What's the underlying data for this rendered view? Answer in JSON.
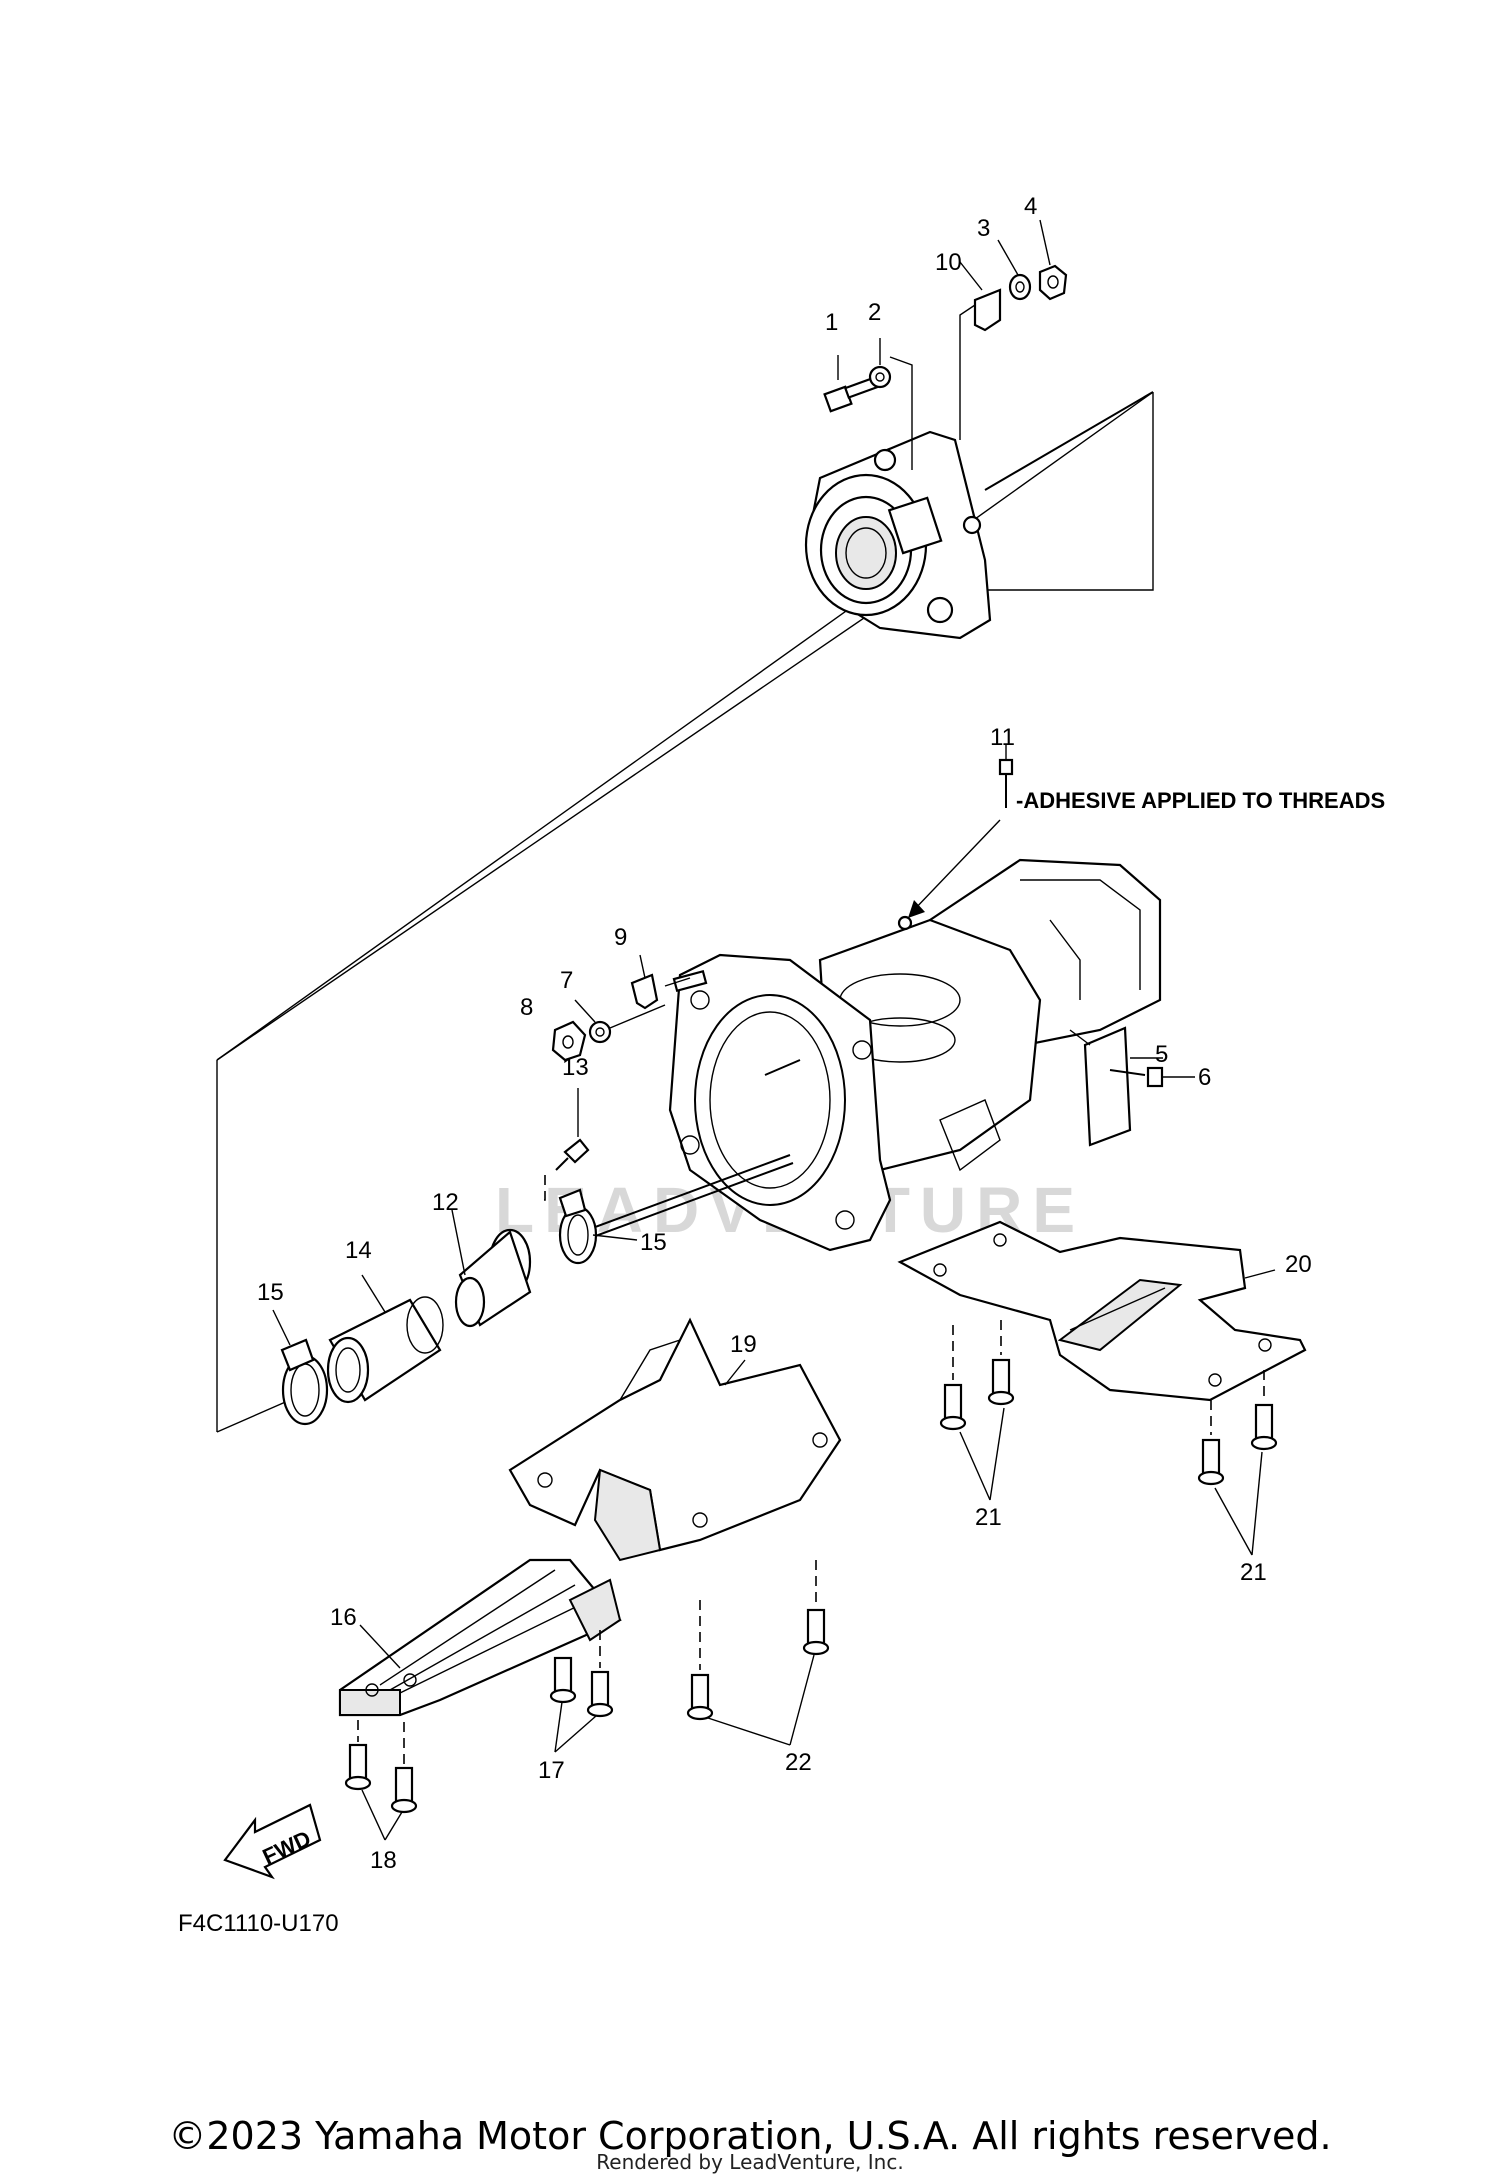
{
  "labels": {
    "p1": "1",
    "p2": "2",
    "p3": "3",
    "p4": "4",
    "p5": "5",
    "p6": "6",
    "p7": "7",
    "p8": "8",
    "p9": "9",
    "p10": "10",
    "p11": "11",
    "p12": "12",
    "p13": "13",
    "p14": "14",
    "p15a": "15",
    "p15b": "15",
    "p16": "16",
    "p17": "17",
    "p18": "18",
    "p19": "19",
    "p20": "20",
    "p21a": "21",
    "p21b": "21",
    "p22": "22"
  },
  "note": "-ADHESIVE APPLIED TO THREADS",
  "fwd": "FWD",
  "watermark": "LEADVENTURE",
  "diagram_code": "F4C1110-U170",
  "copyright": "©2023 Yamaha Motor Corporation, U.S.A. All rights reserved.",
  "rendered_by": "Rendered by LeadVenture, Inc."
}
